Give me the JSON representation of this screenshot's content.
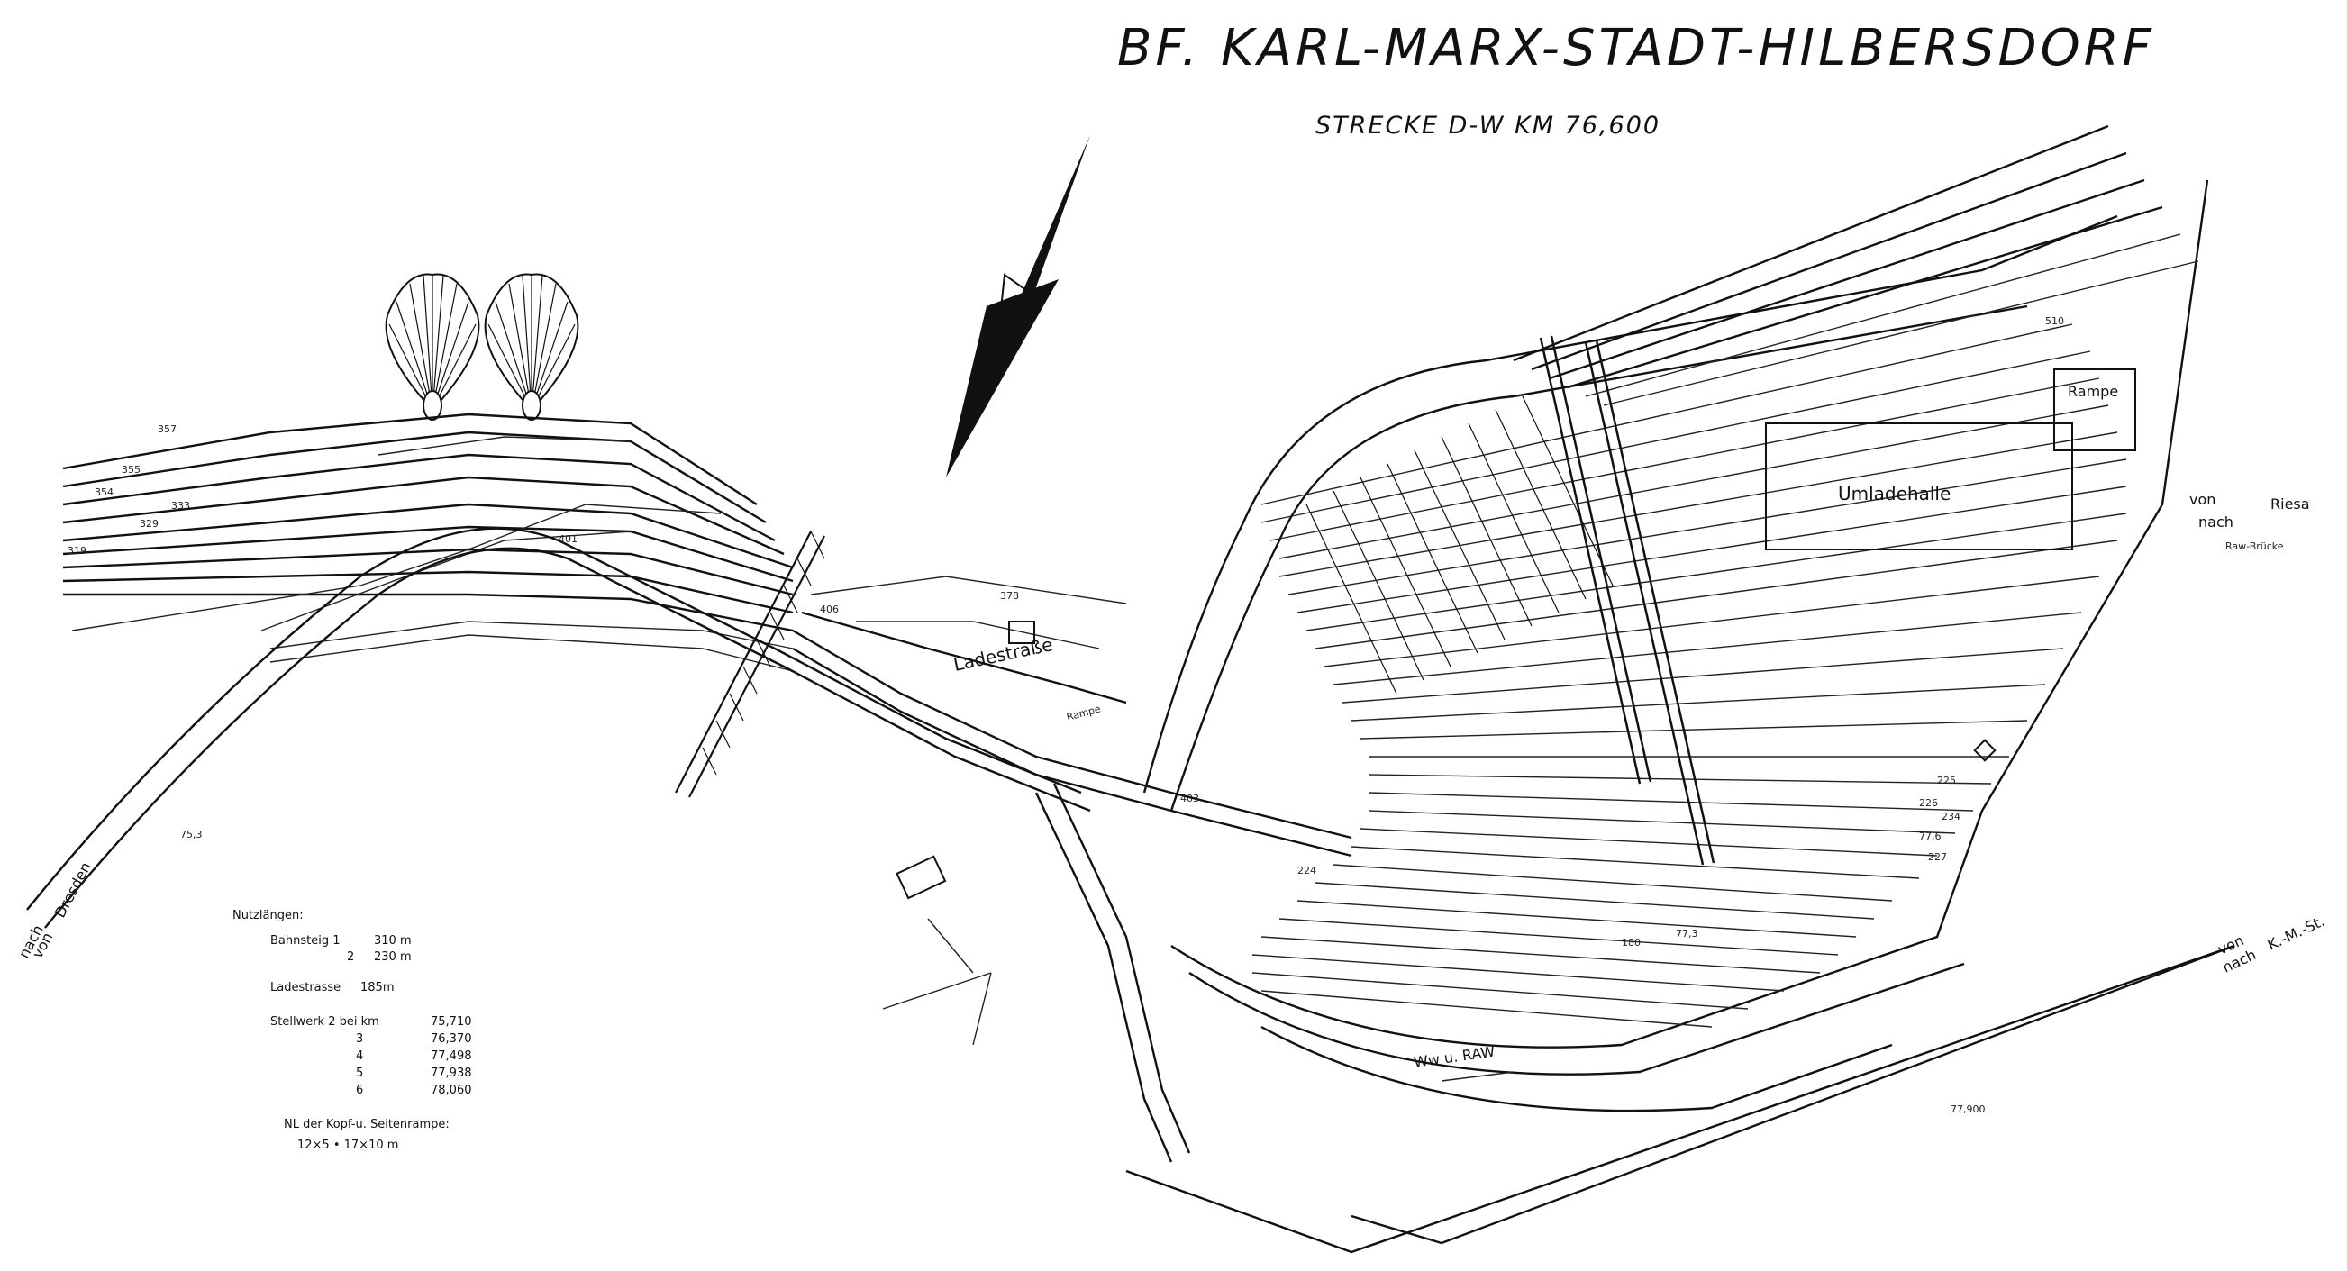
{
  "title": "BF. KARL-MARX-STADT-HILBERSDORF",
  "subtitle": "STRECKE D-W KM 76,600",
  "buildings": {
    "umladehalle": "Umladehalle",
    "rampe": "Rampe",
    "ladestrasse": "Ladestraße",
    "rampe_small": "Rampe"
  },
  "directions": {
    "east_1": "von",
    "east_2": "nach",
    "east_3": "Riesa",
    "east_4": "Raw-Brücke",
    "southeast_1": "von",
    "southeast_2": "nach",
    "southeast_3": "K.-M.-St.",
    "southwest_1": "nach",
    "southwest_2": "von",
    "southwest_3": "Dresden",
    "ww_raw": "Ww u. RAW"
  },
  "km_marks": {
    "west": "75,3",
    "south_1": "77,6",
    "south_2": "77,3",
    "bottom": "77,900"
  },
  "legend": {
    "heading": "Nutzlängen:",
    "platform_1_label": "Bahnsteig 1",
    "platform_1_value": "310 m",
    "platform_2_label": "2",
    "platform_2_value": "230 m",
    "ladestrasse_label": "Ladestrasse",
    "ladestrasse_value": "185m",
    "stellwerk_heading": "Stellwerk 2 bei km",
    "stellwerk_2": "75,710",
    "stellwerk_3_label": "3",
    "stellwerk_3": "76,370",
    "stellwerk_4_label": "4",
    "stellwerk_4": "77,498",
    "stellwerk_5_label": "5",
    "stellwerk_5": "77,938",
    "stellwerk_6_label": "6",
    "stellwerk_6": "78,060",
    "ramp_heading": "NL der Kopf-u. Seitenrampe:",
    "ramp_value": "12×5 • 17×10 m"
  },
  "track_numbers": {
    "t_357": "357",
    "t_355": "355",
    "t_354": "354",
    "t_333": "333",
    "t_329": "329",
    "t_319": "319",
    "t_401": "401",
    "t_403": "403",
    "t_406": "406",
    "t_378": "378",
    "t_510": "510",
    "t_224": "224",
    "t_225": "225",
    "t_234": "234",
    "t_180": "180",
    "t_226": "226",
    "t_227": "227"
  }
}
